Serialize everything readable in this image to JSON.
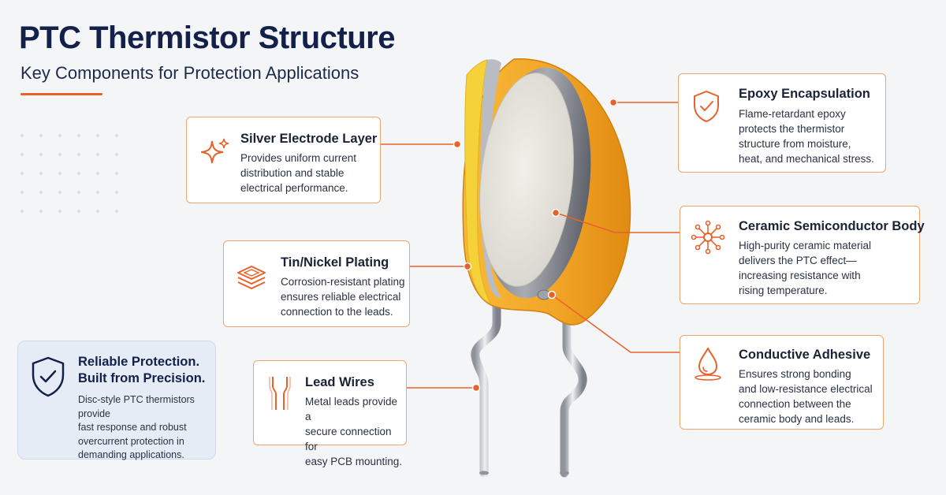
{
  "header": {
    "title": "PTC Thermistor Structure",
    "subtitle": "Key Components for Protection Applications"
  },
  "colors": {
    "accent": "#e8622a",
    "title": "#13204a",
    "epoxy": "#f2a527",
    "card_border": "#f0a46e"
  },
  "callouts": {
    "silver": {
      "icon": "sparkle-icon",
      "title": "Silver Electrode Layer",
      "text": "Provides uniform current\ndistribution and stable\nelectrical performance."
    },
    "plating": {
      "icon": "layers-icon",
      "title": "Tin/Nickel Plating",
      "text": "Corrosion-resistant plating\nensures reliable electrical\nconnection to the leads."
    },
    "leads": {
      "icon": "lead-wires-icon",
      "title": "Lead Wires",
      "text": "Metal leads provide a\nsecure connection for\neasy PCB mounting."
    },
    "epoxy": {
      "icon": "shield-check-icon",
      "title": "Epoxy Encapsulation",
      "text": "Flame-retardant epoxy\nprotects the thermistor\nstructure from moisture,\nheat, and mechanical stress."
    },
    "ceramic": {
      "icon": "molecule-icon",
      "title": "Ceramic Semiconductor Body",
      "text": "High-purity ceramic material\ndelivers the PTC effect—\nincreasing resistance with\nrising temperature."
    },
    "adhesive": {
      "icon": "droplet-icon",
      "title": "Conductive Adhesive",
      "text": "Ensures strong bonding\nand low-resistance electrical\nconnection between the\nceramic body and leads."
    }
  },
  "protection": {
    "icon": "shield-check-icon",
    "title": "Reliable Protection.\nBuilt from Precision.",
    "text": "Disc-style PTC thermistors provide\nfast response and robust\novercurrent protection in\ndemanding applications."
  }
}
